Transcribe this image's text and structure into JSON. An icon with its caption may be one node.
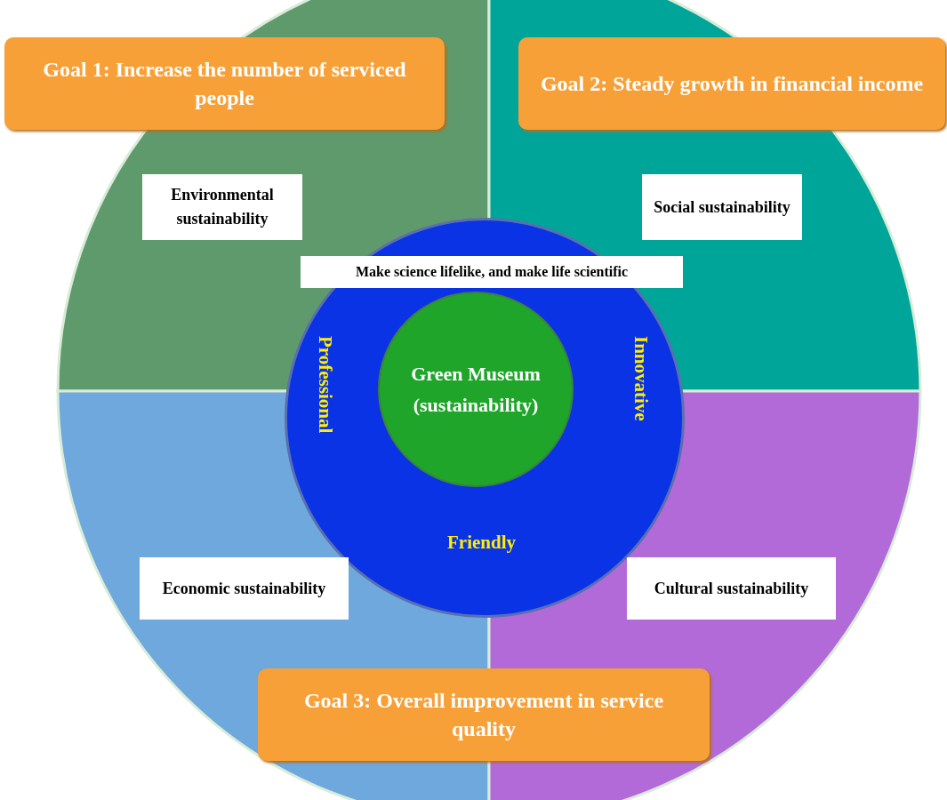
{
  "diagram": {
    "nodes": [
      {
        "text": [
          "Goal 1: Increase the number of serviced people"
        ]
      },
      {
        "text": [
          "Goal 2: Steady growth in financial income"
        ]
      },
      {
        "text": [
          "Environmental sustainability"
        ]
      },
      {
        "text": [
          "Social sustainability"
        ]
      },
      {
        "text": [
          "Professional",
          "Innovative",
          "Friendly"
        ]
      },
      {
        "text": [
          "Make science lifelike, and make life scientific"
        ],
        "in": 4
      },
      {
        "text": [
          "Green Museum (sustainability)"
        ],
        "in": 4
      },
      {
        "text": [
          "Economic sustainability"
        ]
      },
      {
        "text": [
          "Cultural sustainability"
        ]
      },
      {
        "text": [
          "Goal 3: Overall improvement in service quality"
        ]
      }
    ]
  }
}
